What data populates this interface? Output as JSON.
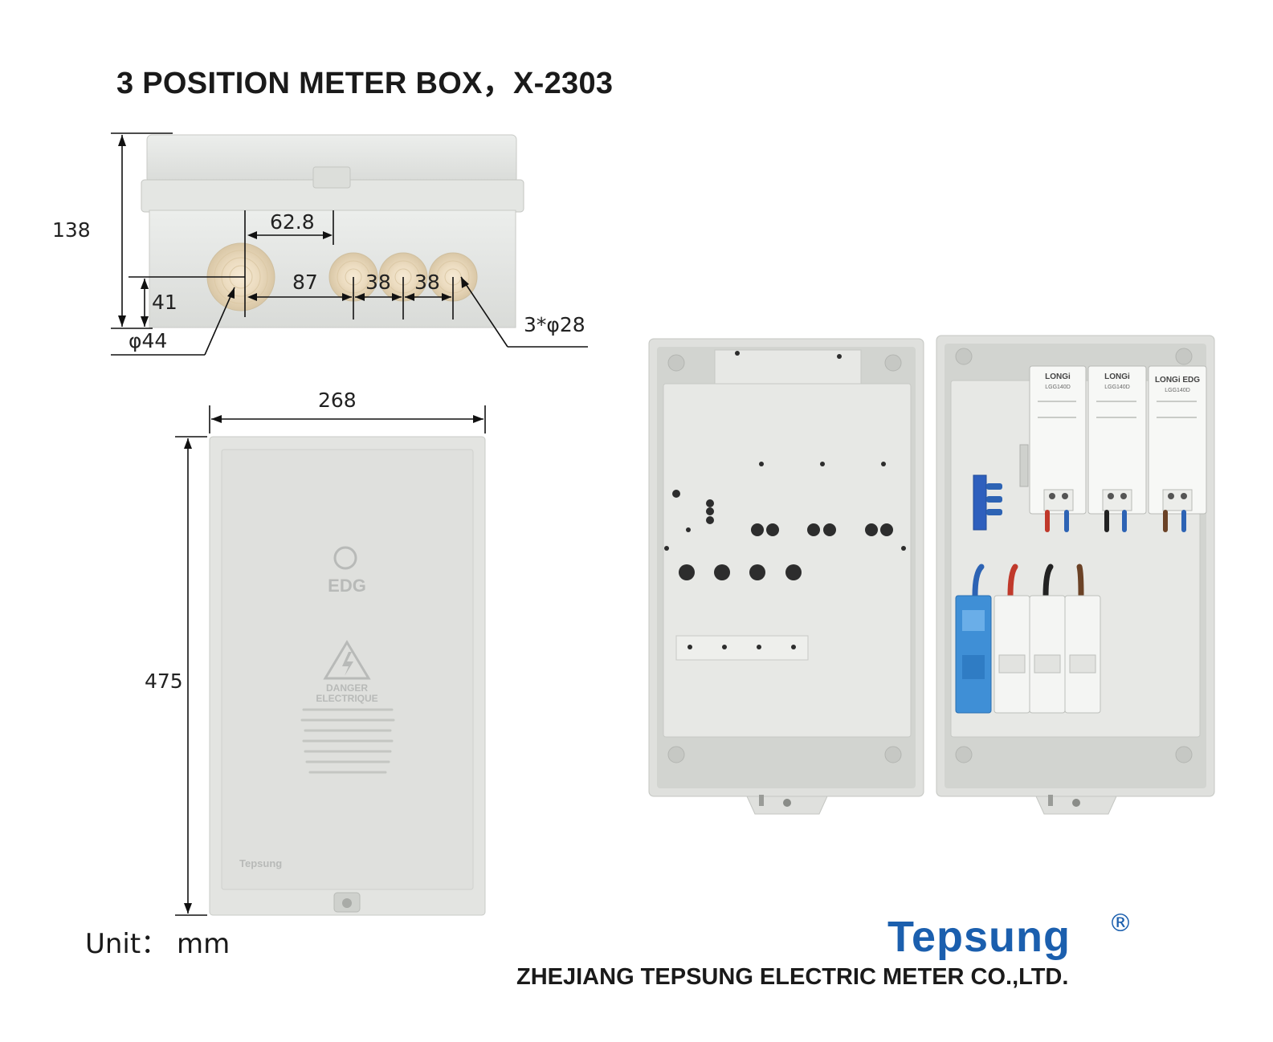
{
  "title": "3 POSITION METER BOX，X-2303",
  "dimensions": {
    "height_total": "138",
    "hole_offset_top": "62.8",
    "hole_spacing_1": "87",
    "hole_spacing_2": "38",
    "hole_spacing_3": "38",
    "hole_height": "41",
    "big_hole_diameter": "φ44",
    "small_holes": "3*φ28",
    "front_width": "268",
    "front_height": "475"
  },
  "cover_marks": {
    "brand_emboss": "EDG",
    "warning": "DANGER\nELECTRIQUE",
    "tepsung_emboss": "Tepsung"
  },
  "meters": [
    {
      "brand": "LONGi",
      "model": "LGG140D"
    },
    {
      "brand": "LONGi",
      "model": "LGG140D"
    },
    {
      "brand": "LONGi EDG",
      "model": "LGG140D"
    }
  ],
  "unit_label": "Unit：  mm",
  "brand": "Tepsung",
  "registered": "®",
  "company": "ZHEJIANG TEPSUNG ELECTRIC METER CO.,LTD.",
  "colors": {
    "brand_blue": "#1b5fae",
    "box_grey": "#e3e4e1",
    "breaker_blue": "#3f8fd6"
  }
}
